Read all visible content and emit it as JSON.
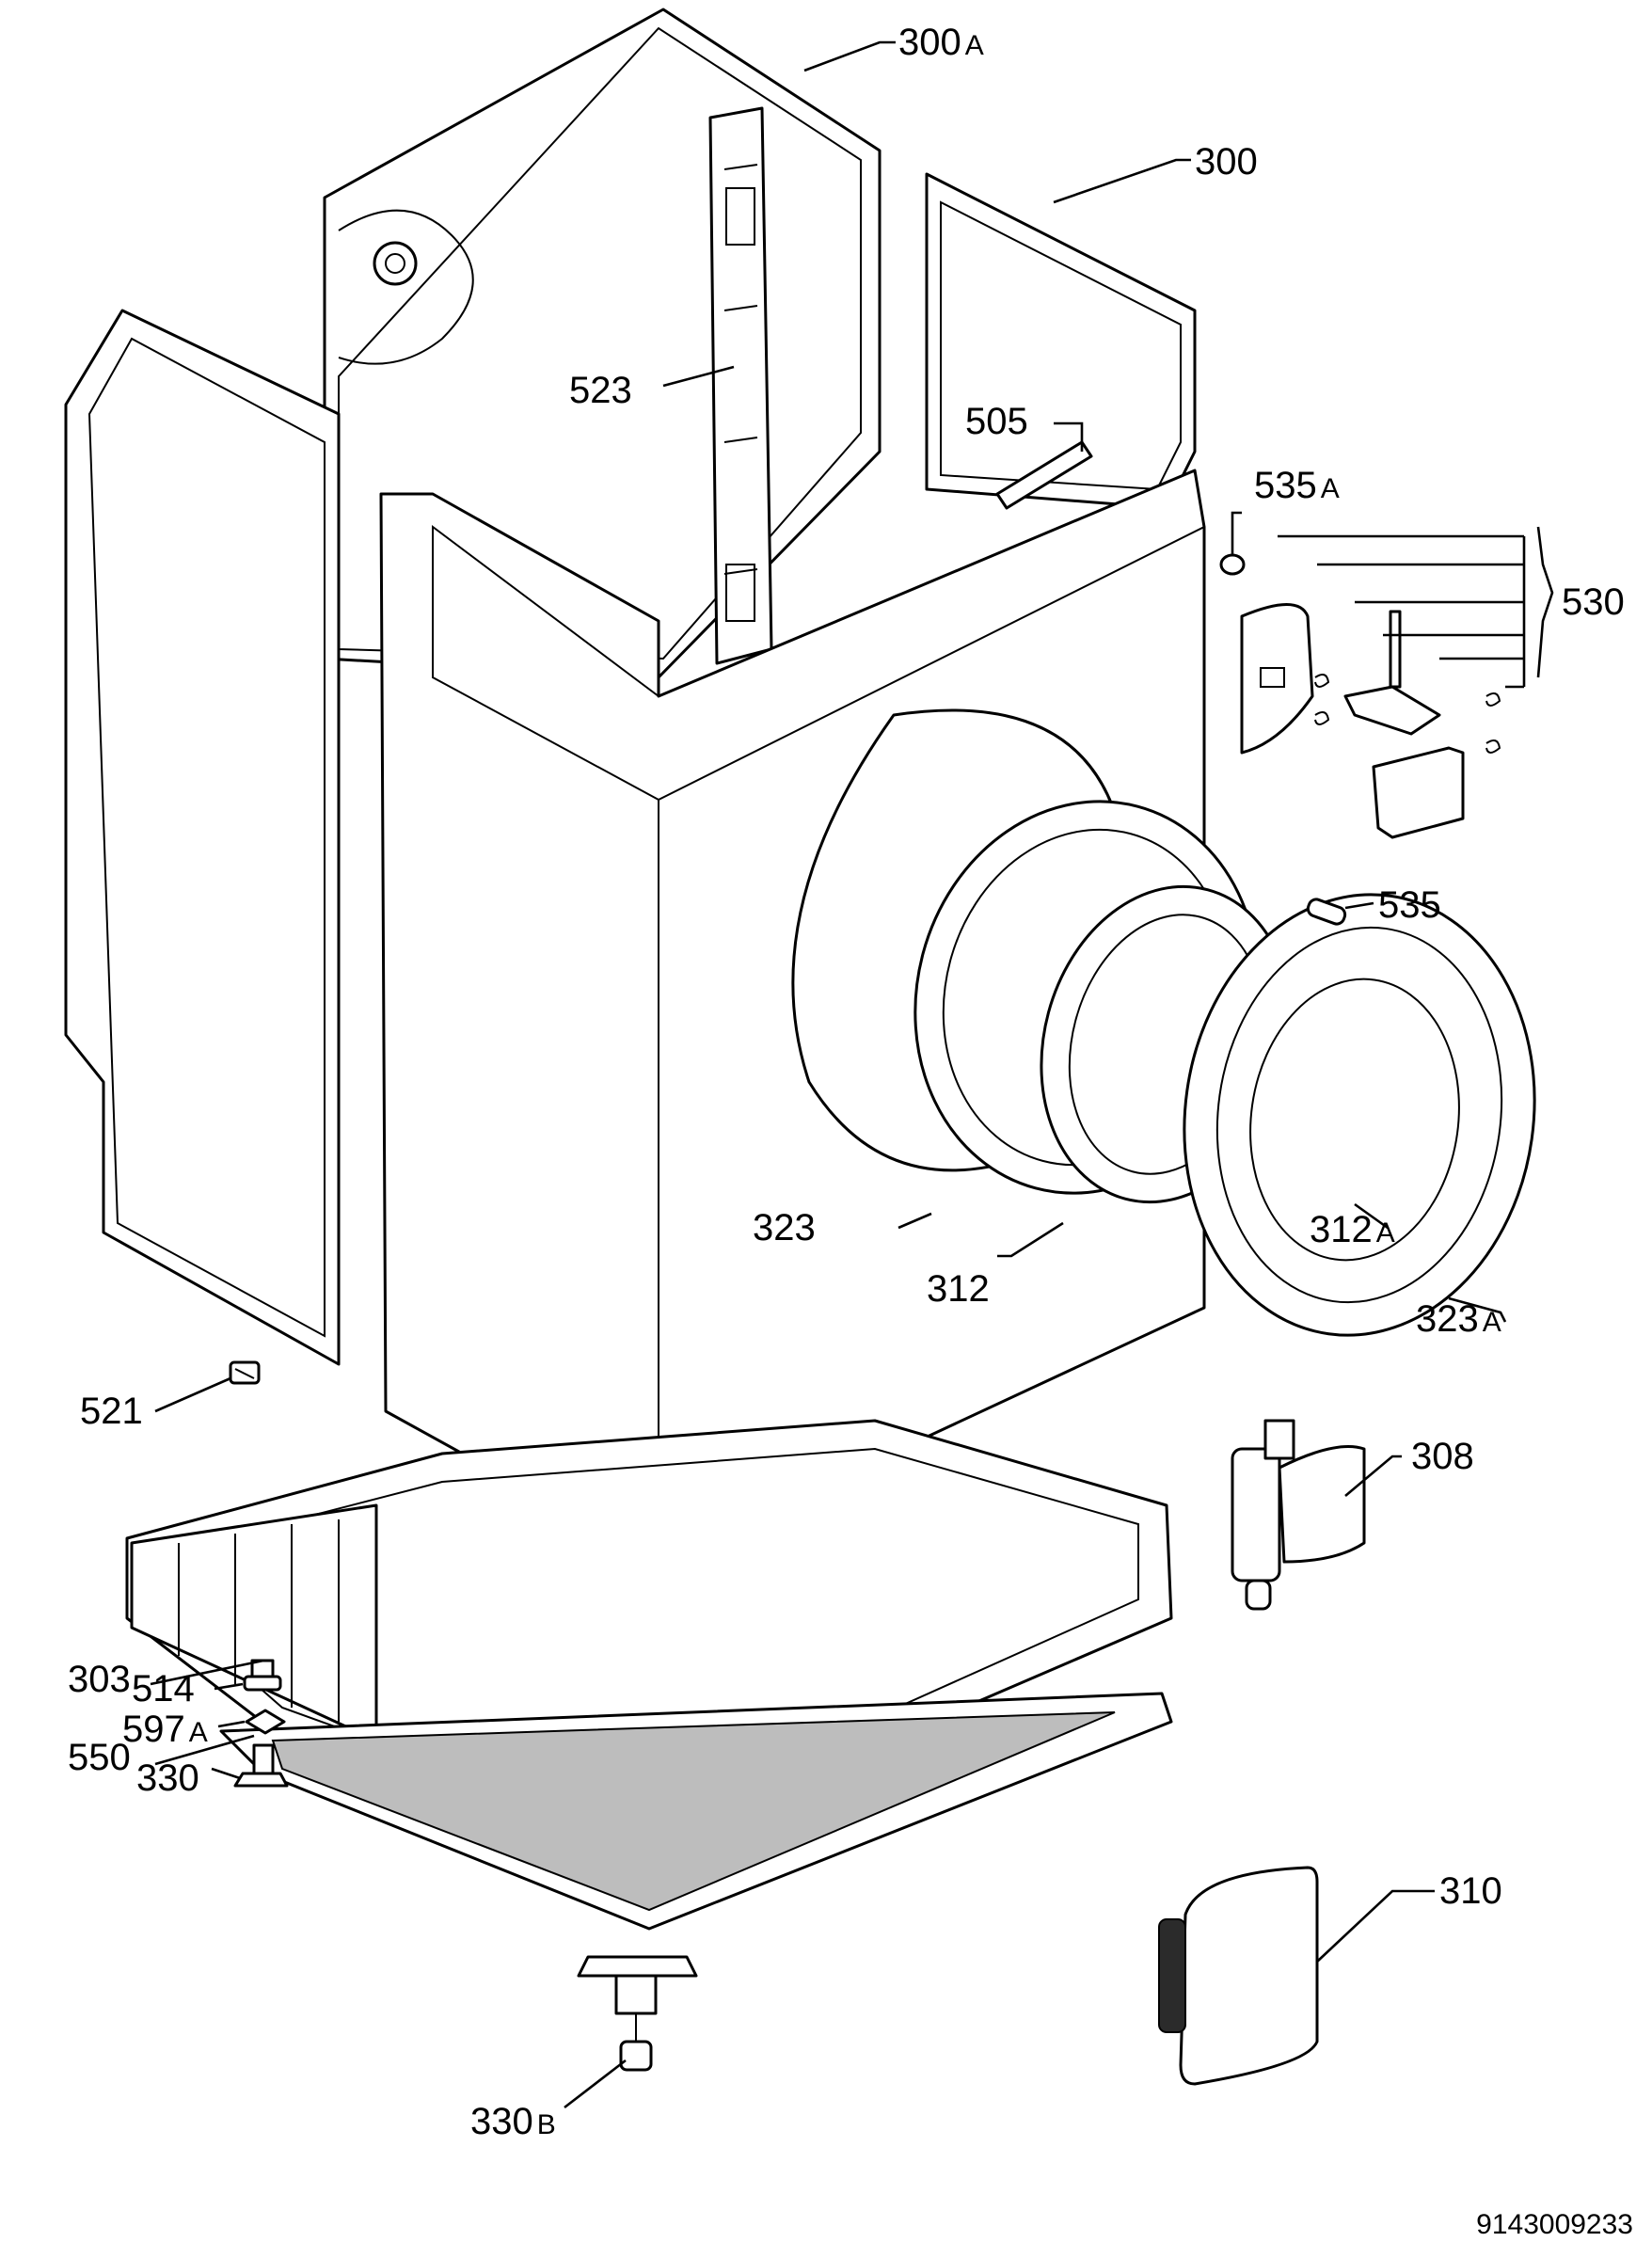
{
  "labels": {
    "p300a": {
      "num": "300",
      "sfx": "A"
    },
    "p300": {
      "num": "300",
      "sfx": ""
    },
    "p523": {
      "num": "523",
      "sfx": ""
    },
    "p505": {
      "num": "505",
      "sfx": ""
    },
    "p535a": {
      "num": "535",
      "sfx": "A"
    },
    "p530": {
      "num": "530",
      "sfx": ""
    },
    "p535": {
      "num": "535",
      "sfx": ""
    },
    "p323": {
      "num": "323",
      "sfx": ""
    },
    "p312a": {
      "num": "312",
      "sfx": "A"
    },
    "p312": {
      "num": "312",
      "sfx": ""
    },
    "p323a": {
      "num": "323",
      "sfx": "A"
    },
    "p521": {
      "num": "521",
      "sfx": ""
    },
    "p308": {
      "num": "308",
      "sfx": ""
    },
    "p303": {
      "num": "303",
      "sfx": ""
    },
    "p550": {
      "num": "550",
      "sfx": ""
    },
    "p310": {
      "num": "310",
      "sfx": ""
    },
    "p514": {
      "num": "514",
      "sfx": ""
    },
    "p597a": {
      "num": "597",
      "sfx": "A"
    },
    "p330": {
      "num": "330",
      "sfx": ""
    },
    "p330b": {
      "num": "330",
      "sfx": "B"
    }
  },
  "document_number": "9143009233"
}
